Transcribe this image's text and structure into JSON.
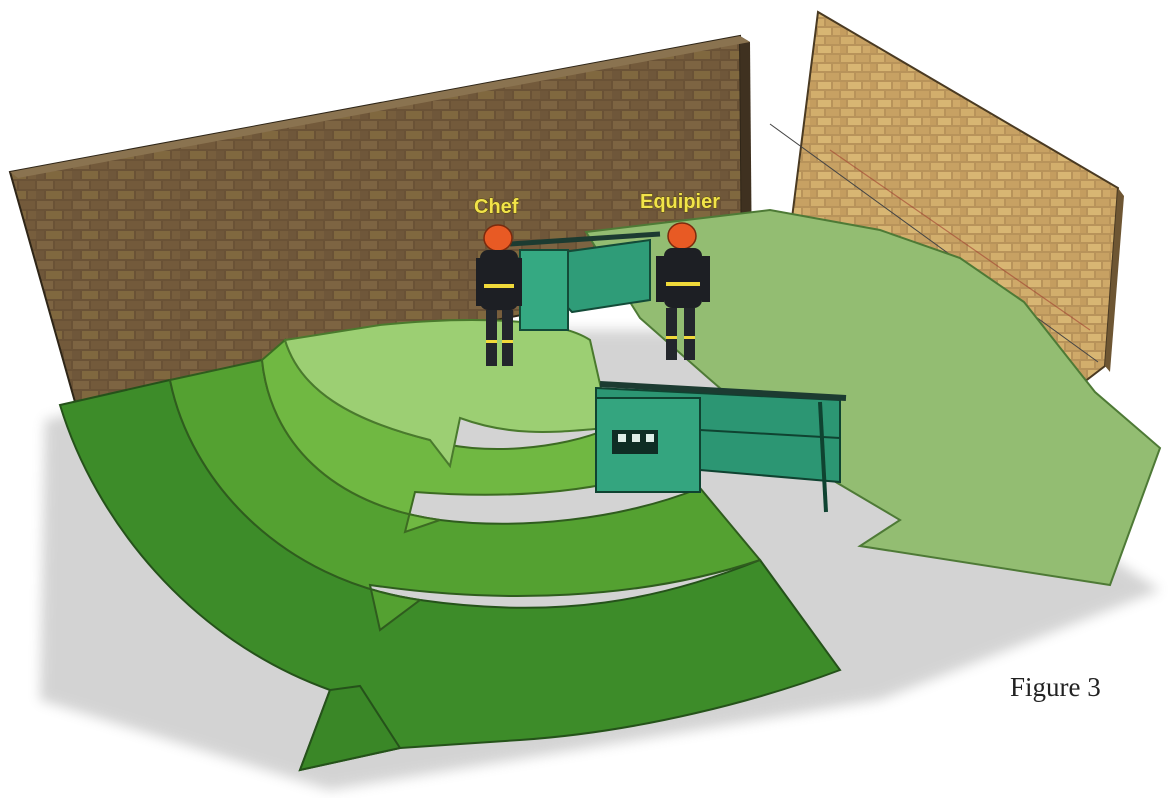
{
  "diagram": {
    "labels": {
      "chef": "Chef",
      "equipier": "Equipier"
    },
    "caption": "Figure 3",
    "colors": {
      "brick": "#6e5537",
      "brick_light": "#c9a565",
      "floor_light": "#8fb76f",
      "arrow_dark": "#3f8f2a",
      "arrow_mid": "#56a332",
      "arrow_light": "#6fb741",
      "arrow_pale": "#9ec47a",
      "machine": "#2f9c78",
      "helmet": "#e85a24",
      "stripe": "#f0d93a"
    }
  }
}
